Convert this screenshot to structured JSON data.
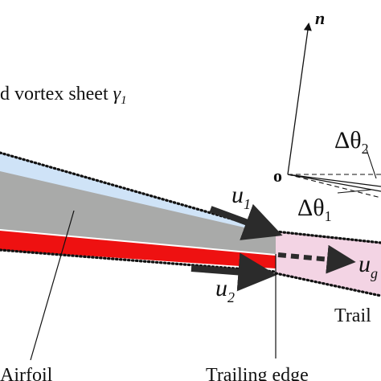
{
  "labels": {
    "vortex_sheet_text": "d vortex sheet ",
    "gamma_symbol": "γ",
    "gamma_sub": "1",
    "n_axis": "n",
    "origin": "o",
    "delta_theta_2": "Δθ",
    "delta_theta_2_sub": "2",
    "delta_theta_1": "Δθ",
    "delta_theta_1_sub": "1",
    "u1": "u",
    "u1_sub": "1",
    "u2": "u",
    "u2_sub": "2",
    "ug": "u",
    "ug_sub": "g",
    "airfoil": "Airfoil",
    "trailing_edge": "Trailing edge",
    "trailing_cut": "Trail"
  },
  "colors": {
    "upper_sheet": "#cfe3f7",
    "airfoil_body": "#a9aaa9",
    "lower_sheet": "#ee1111",
    "wake": "#f3d4e4",
    "arrows": "#2b2b2b"
  }
}
